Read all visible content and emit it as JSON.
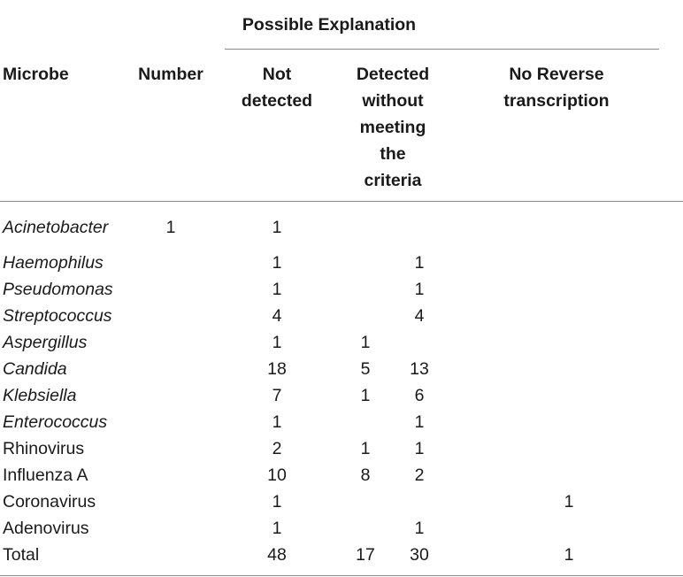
{
  "table": {
    "super_header": "Possible Explanation",
    "columns": {
      "microbe": "Microbe",
      "number": "Number",
      "not_detected_1": "Not",
      "not_detected_2": "detected",
      "detected_1": "Detected",
      "detected_2": "without",
      "detected_3": "meeting",
      "detected_4": "the",
      "detected_5": "criteria",
      "no_rt_1": "No Reverse",
      "no_rt_2": "transcription"
    },
    "rows": [
      {
        "microbe": "Acinetobacter",
        "italic": true,
        "number": "1",
        "c1": "1",
        "c2": "",
        "c3": "",
        "c4": ""
      },
      {
        "microbe": "Haemophilus",
        "italic": true,
        "number": "",
        "c1": "1",
        "c2": "",
        "c3": "1",
        "c4": ""
      },
      {
        "microbe": "Pseudomonas",
        "italic": true,
        "number": "",
        "c1": "1",
        "c2": "",
        "c3": "1",
        "c4": ""
      },
      {
        "microbe": "Streptococcus",
        "italic": true,
        "number": "",
        "c1": "4",
        "c2": "",
        "c3": "4",
        "c4": ""
      },
      {
        "microbe": "Aspergillus",
        "italic": true,
        "number": "",
        "c1": "1",
        "c2": "1",
        "c3": "",
        "c4": ""
      },
      {
        "microbe": "Candida",
        "italic": true,
        "number": "",
        "c1": "18",
        "c2": "5",
        "c3": "13",
        "c4": ""
      },
      {
        "microbe": "Klebsiella",
        "italic": true,
        "number": "",
        "c1": "7",
        "c2": "1",
        "c3": "6",
        "c4": ""
      },
      {
        "microbe": "Enterococcus",
        "italic": true,
        "number": "",
        "c1": "1",
        "c2": "",
        "c3": "1",
        "c4": ""
      },
      {
        "microbe": "Rhinovirus",
        "italic": false,
        "number": "",
        "c1": "2",
        "c2": "1",
        "c3": "1",
        "c4": ""
      },
      {
        "microbe": "Influenza A",
        "italic": false,
        "number": "",
        "c1": "10",
        "c2": "8",
        "c3": "2",
        "c4": ""
      },
      {
        "microbe": "Coronavirus",
        "italic": false,
        "number": "",
        "c1": "1",
        "c2": "",
        "c3": "",
        "c4": "1"
      },
      {
        "microbe": "Adenovirus",
        "italic": false,
        "number": "",
        "c1": "1",
        "c2": "",
        "c3": "1",
        "c4": ""
      },
      {
        "microbe": "Total",
        "italic": false,
        "number": "",
        "c1": "48",
        "c2": "17",
        "c3": "30",
        "c4": "1"
      }
    ]
  }
}
